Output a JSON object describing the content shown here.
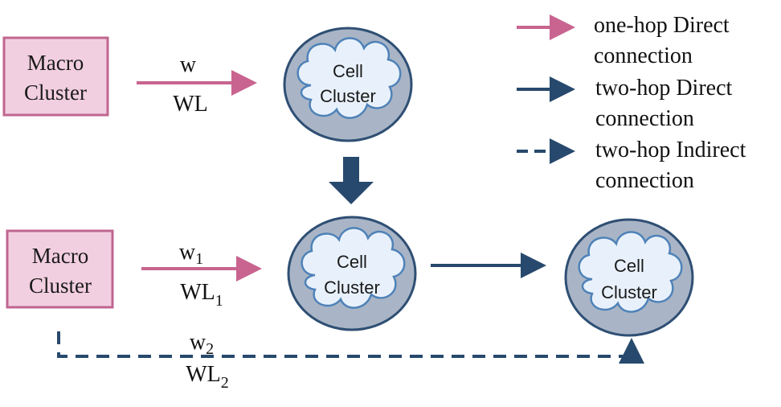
{
  "colors": {
    "macro_fill": "#f2cfe0",
    "macro_stroke": "#c0668f",
    "cell_outer_fill": "#a9b5c6",
    "cell_outer_stroke": "#2f4f74",
    "cloud_fill": "#e8f1fb",
    "cloud_stroke": "#4f82b8",
    "pink_arrow": "#c8648f",
    "blue_arrow": "#27496d"
  },
  "top_row": {
    "macro_cluster": {
      "line1": "Macro",
      "line2": "Cluster"
    },
    "edge_weight": "w",
    "edge_wirelength": "WL",
    "cell_cluster": {
      "line1": "Cell",
      "line2": "Cluster"
    }
  },
  "bottom_row": {
    "macro_cluster": {
      "line1": "Macro",
      "line2": "Cluster"
    },
    "edge1": {
      "weight": "w",
      "weight_sub": "1",
      "wirelength": "WL",
      "wirelength_sub": "1"
    },
    "edge2": {
      "weight": "w",
      "weight_sub": "2",
      "wirelength": "WL",
      "wirelength_sub": "2"
    },
    "cell_cluster_1": {
      "line1": "Cell",
      "line2": "Cluster"
    },
    "cell_cluster_2": {
      "line1": "Cell",
      "line2": "Cluster"
    }
  },
  "legend": {
    "items": [
      {
        "line1": "one-hop Direct",
        "line2": "connection",
        "style": "solid-pink"
      },
      {
        "line1": "two-hop Direct",
        "line2": "connection",
        "style": "solid-blue"
      },
      {
        "line1": "two-hop Indirect",
        "line2": "connection",
        "style": "dashed-blue"
      }
    ]
  }
}
